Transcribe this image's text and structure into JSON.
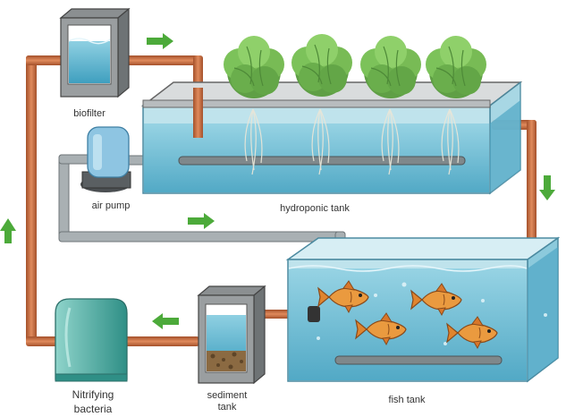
{
  "labels": {
    "biofilter": "biofilter",
    "air_pump": "air pump",
    "hydroponic_tank": "hydroponic tank",
    "sediment_tank_line1": "sediment",
    "sediment_tank_line2": "tank",
    "fish_tank": "fish tank",
    "nitrifying_line1": "Nitrifying",
    "nitrifying_line2": "bacteria"
  },
  "colors": {
    "pipe_copper": "#c8693e",
    "pipe_gray": "#a9b0b3",
    "water": "#5fb7cf",
    "glass": "#bfe3ec",
    "plant": "#6cab4f",
    "fish": "#e9963d",
    "arrow": "#4caa3a",
    "box_dark": "#5a5a5a",
    "bacteria_teal": "#4fb1a6"
  },
  "icons": [
    "flow-arrow-icon",
    "lettuce-icon",
    "fish-icon"
  ]
}
